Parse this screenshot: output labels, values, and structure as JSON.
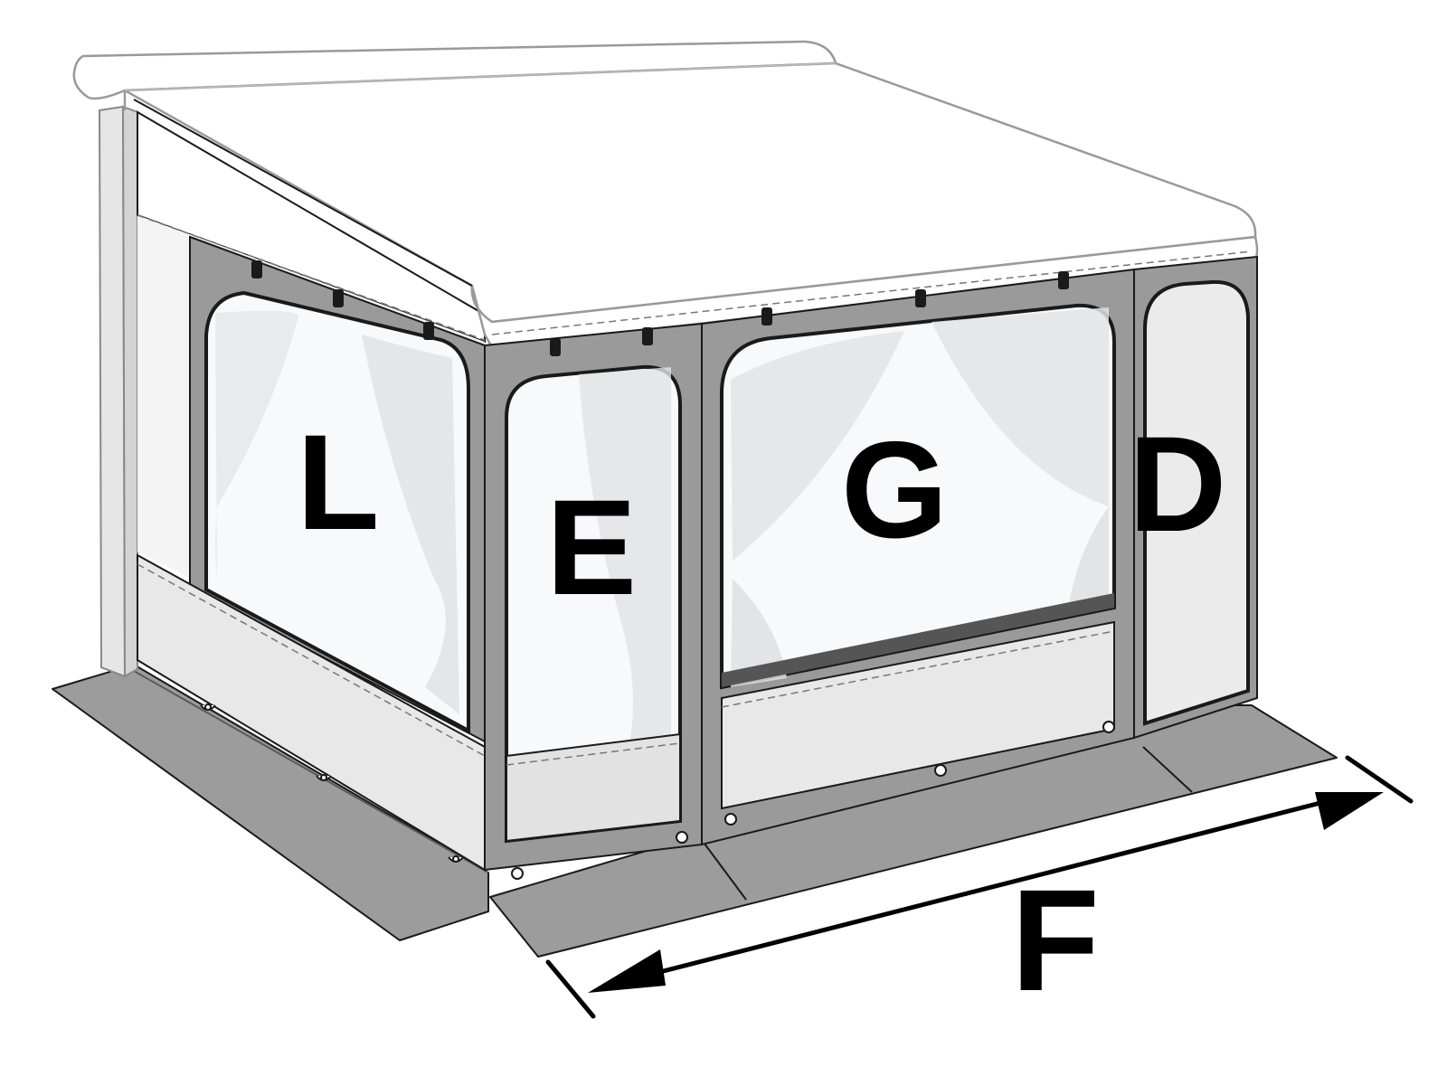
{
  "labels": {
    "left_side_panel": "L",
    "front_entry_panel": "E",
    "front_window_panel": "G",
    "right_door_panel": "D",
    "front_width_dimension": "F"
  },
  "colors": {
    "panel_frame": "#9a9a9a",
    "window_glass": "#f7f9fb",
    "skirt_panel": "#e8e8e8",
    "ground_sheet": "#9c9c9c",
    "canopy": "#ffffff",
    "outline": "#1a1a1a",
    "curtain": "#d8dadc"
  }
}
